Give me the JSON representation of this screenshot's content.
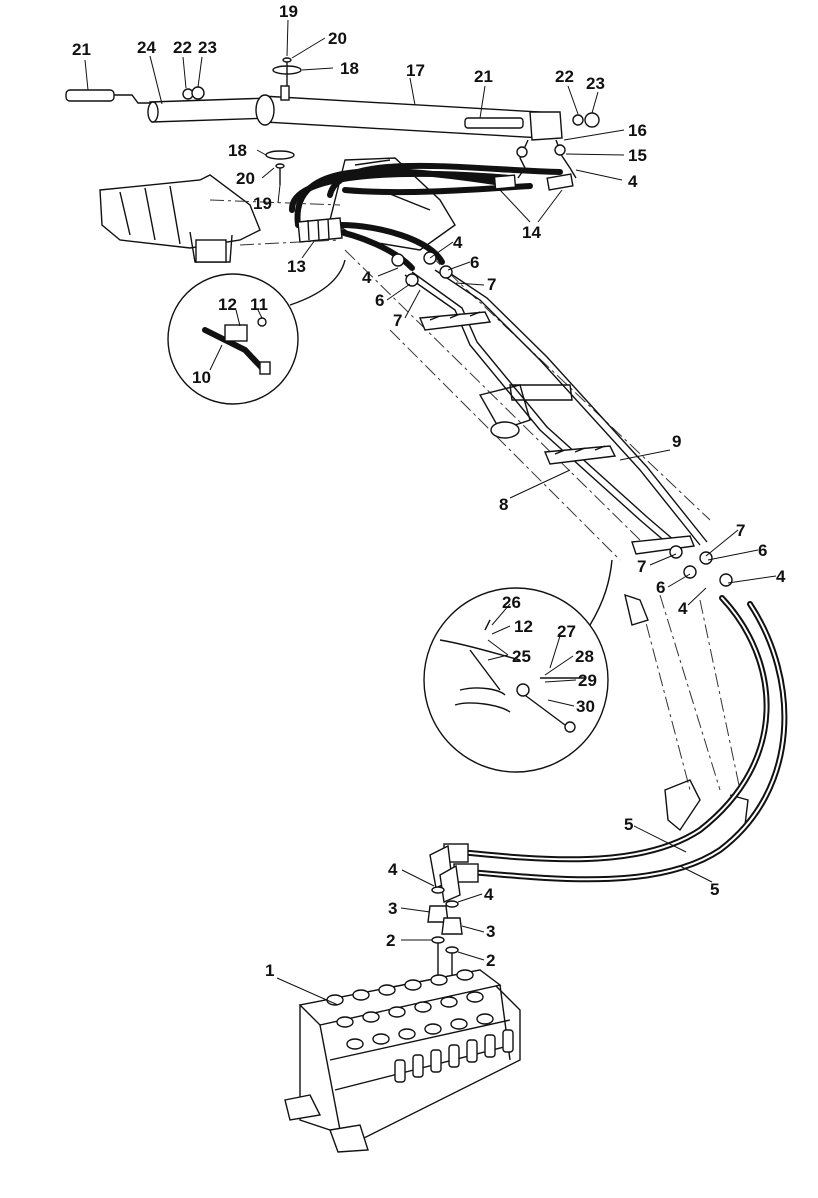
{
  "callouts": [
    {
      "id": "c21a",
      "text": "21"
    },
    {
      "id": "c24",
      "text": "24"
    },
    {
      "id": "c22a",
      "text": "22"
    },
    {
      "id": "c23a",
      "text": "23"
    },
    {
      "id": "c19a",
      "text": "19"
    },
    {
      "id": "c20a",
      "text": "20"
    },
    {
      "id": "c18a",
      "text": "18"
    },
    {
      "id": "c17",
      "text": "17"
    },
    {
      "id": "c21b",
      "text": "21"
    },
    {
      "id": "c22b",
      "text": "22"
    },
    {
      "id": "c23b",
      "text": "23"
    },
    {
      "id": "c16",
      "text": "16"
    },
    {
      "id": "c15",
      "text": "15"
    },
    {
      "id": "c4a",
      "text": "4"
    },
    {
      "id": "c18b",
      "text": "18"
    },
    {
      "id": "c20b",
      "text": "20"
    },
    {
      "id": "c19b",
      "text": "19"
    },
    {
      "id": "c14",
      "text": "14"
    },
    {
      "id": "c13",
      "text": "13"
    },
    {
      "id": "c4b",
      "text": "4"
    },
    {
      "id": "c4c",
      "text": "4"
    },
    {
      "id": "c6a",
      "text": "6"
    },
    {
      "id": "c7a",
      "text": "7"
    },
    {
      "id": "c6b",
      "text": "6"
    },
    {
      "id": "c7b",
      "text": "7"
    },
    {
      "id": "c12a",
      "text": "12"
    },
    {
      "id": "c11",
      "text": "11"
    },
    {
      "id": "c10",
      "text": "10"
    },
    {
      "id": "c9",
      "text": "9"
    },
    {
      "id": "c8",
      "text": "8"
    },
    {
      "id": "c7c",
      "text": "7"
    },
    {
      "id": "c6c",
      "text": "6"
    },
    {
      "id": "c7d",
      "text": "7"
    },
    {
      "id": "c4d",
      "text": "4"
    },
    {
      "id": "c6d",
      "text": "6"
    },
    {
      "id": "c4e",
      "text": "4"
    },
    {
      "id": "c26",
      "text": "26"
    },
    {
      "id": "c12b",
      "text": "12"
    },
    {
      "id": "c25",
      "text": "25"
    },
    {
      "id": "c27",
      "text": "27"
    },
    {
      "id": "c28",
      "text": "28"
    },
    {
      "id": "c29",
      "text": "29"
    },
    {
      "id": "c30",
      "text": "30"
    },
    {
      "id": "c5a",
      "text": "5"
    },
    {
      "id": "c5b",
      "text": "5"
    },
    {
      "id": "c4f",
      "text": "4"
    },
    {
      "id": "c4g",
      "text": "4"
    },
    {
      "id": "c3a",
      "text": "3"
    },
    {
      "id": "c3b",
      "text": "3"
    },
    {
      "id": "c2a",
      "text": "2"
    },
    {
      "id": "c2b",
      "text": "2"
    },
    {
      "id": "c1",
      "text": "1"
    }
  ]
}
